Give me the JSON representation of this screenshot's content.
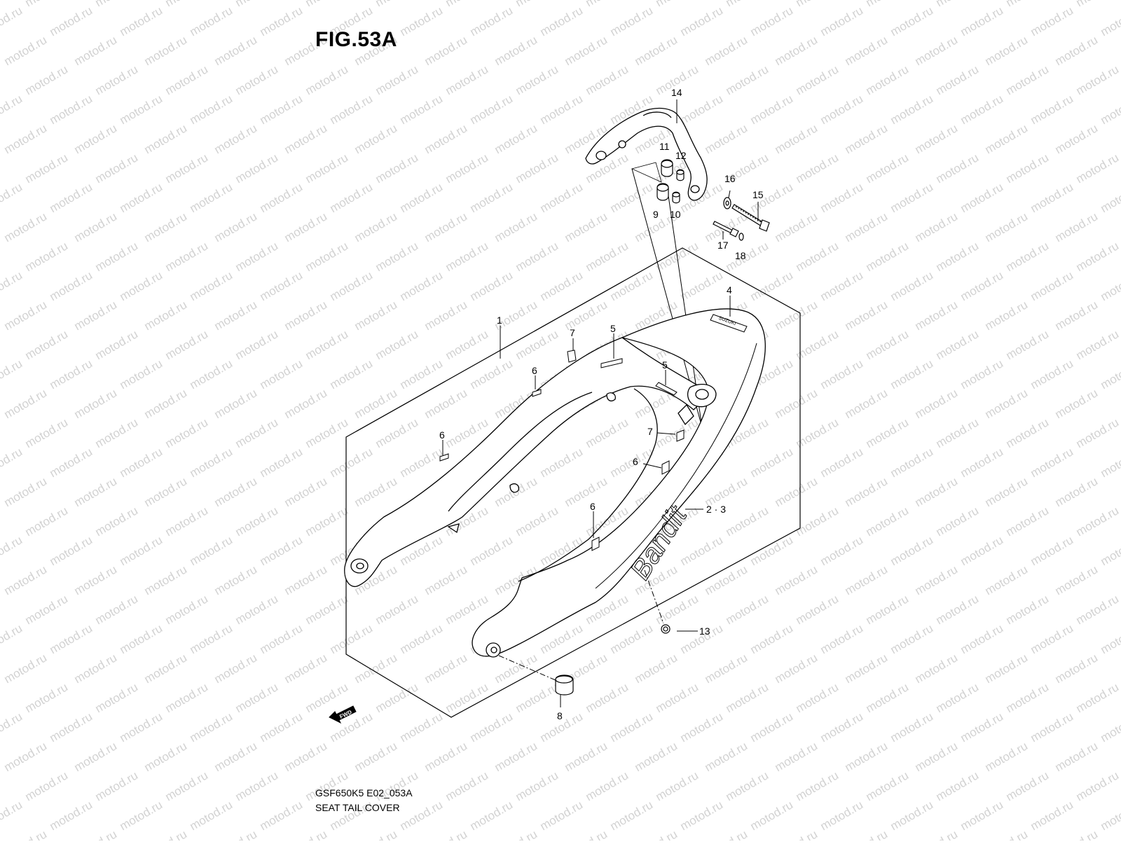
{
  "figure": {
    "title": "FIG.53A",
    "code": "GSF650K5 E02_053A",
    "name": "SEAT TAIL COVER"
  },
  "watermark": {
    "text": "motod.ru"
  },
  "fwd_marker": {
    "label": "FWD"
  },
  "decal": {
    "script_text": "Bandit",
    "badge_text": "SUZUKI"
  },
  "callouts": [
    {
      "id": "c1",
      "label": "1"
    },
    {
      "id": "c23",
      "label": "2 · 3"
    },
    {
      "id": "c4",
      "label": "4"
    },
    {
      "id": "c5a",
      "label": "5"
    },
    {
      "id": "c5b",
      "label": "5"
    },
    {
      "id": "c6a",
      "label": "6"
    },
    {
      "id": "c6b",
      "label": "6"
    },
    {
      "id": "c6c",
      "label": "6"
    },
    {
      "id": "c6d",
      "label": "6"
    },
    {
      "id": "c7a",
      "label": "7"
    },
    {
      "id": "c7b",
      "label": "7"
    },
    {
      "id": "c8",
      "label": "8"
    },
    {
      "id": "c9",
      "label": "9"
    },
    {
      "id": "c10",
      "label": "10"
    },
    {
      "id": "c11",
      "label": "11"
    },
    {
      "id": "c12",
      "label": "12"
    },
    {
      "id": "c13",
      "label": "13"
    },
    {
      "id": "c14",
      "label": "14"
    },
    {
      "id": "c15",
      "label": "15"
    },
    {
      "id": "c16",
      "label": "16"
    },
    {
      "id": "c17",
      "label": "17"
    },
    {
      "id": "c18",
      "label": "18"
    }
  ]
}
